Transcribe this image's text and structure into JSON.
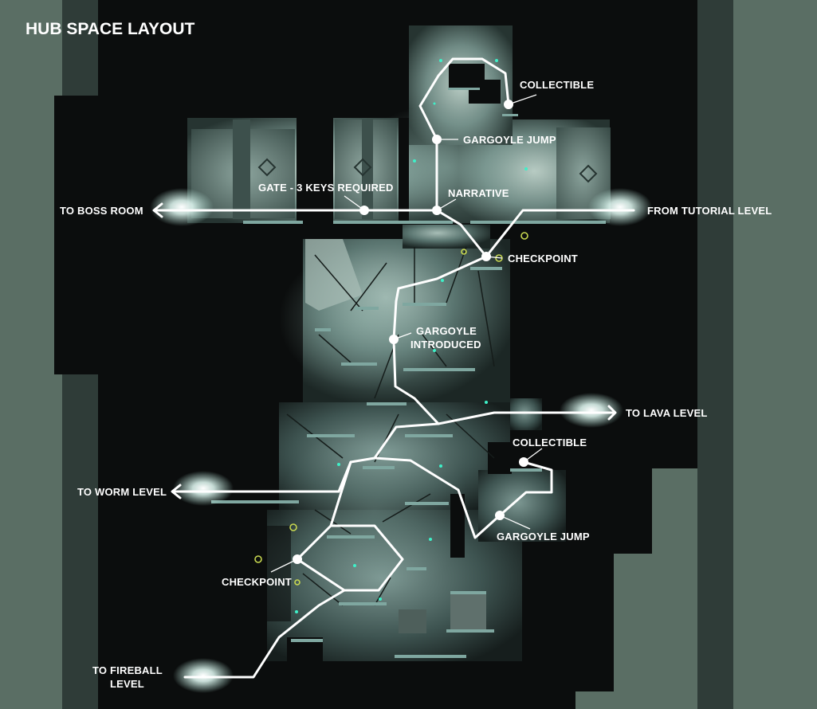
{
  "title": "HUB SPACE LAYOUT",
  "labels": {
    "collectible_top": "COLLECTIBLE",
    "gargoyle_jump_top": "GARGOYLE JUMP",
    "gate": "GATE - 3 KEYS REQUIRED",
    "narrative": "NARRATIVE",
    "to_boss_room": "TO BOSS ROOM",
    "from_tutorial": "FROM TUTORIAL LEVEL",
    "checkpoint_top": "CHECKPOINT",
    "gargoyle_introduced_1": "GARGOYLE",
    "gargoyle_introduced_2": "INTRODUCED",
    "to_lava": "TO LAVA LEVEL",
    "collectible_mid": "COLLECTIBLE",
    "to_worm": "TO WORM LEVEL",
    "gargoyle_jump_bottom": "GARGOYLE JUMP",
    "checkpoint_bottom": "CHECKPOINT",
    "to_fireball_1": "TO FIREBALL",
    "to_fireball_2": "LEVEL"
  },
  "colors": {
    "outer": "#5a6e64",
    "frame": "#0b0d0d",
    "cave_light": "#a8beb6",
    "cave_mid": "#4b6460",
    "route": "#ffffff",
    "spark": "#3ef0c8",
    "checkpoint_token": "#c8d850"
  }
}
